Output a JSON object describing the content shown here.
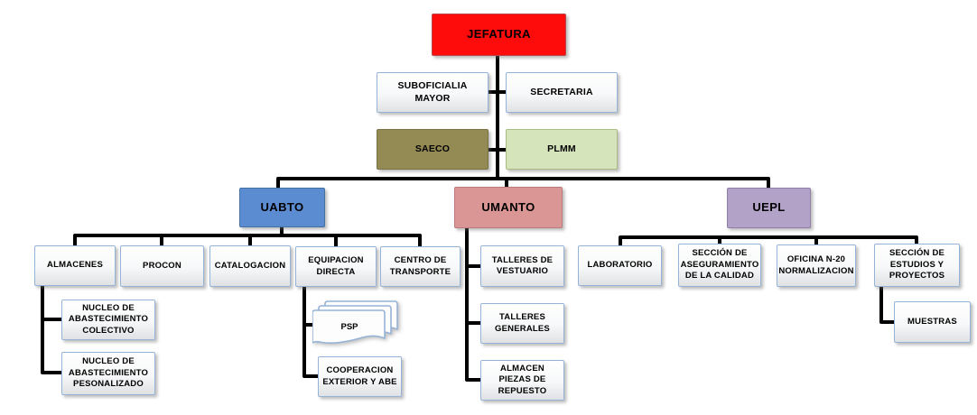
{
  "diagram": {
    "type": "org-chart",
    "root": "JEFATURA",
    "tree": {
      "JEFATURA": {
        "staff": [
          "SUBOFICIALIA MAYOR",
          "SECRETARIA",
          "SAECO",
          "PLMM"
        ],
        "branches": {
          "UABTO": {
            "children": [
              "ALMACENES",
              "PROCON",
              "CATALOGACION",
              "EQUIPACION DIRECTA",
              "CENTRO DE TRANSPORTE"
            ],
            "ALMACENES": [
              "NUCLEO DE ABASTECIMIENTO COLECTIVO",
              "NUCLEO DE ABASTECIMIENTO PESONALIZADO"
            ],
            "EQUIPACION DIRECTA": [
              "PSP",
              "COOPERACION EXTERIOR Y ABE"
            ]
          },
          "UMANTO": {
            "children": [
              "TALLERES DE VESTUARIO",
              "TALLERES GENERALES",
              "ALMACEN PIEZAS DE REPUESTO"
            ]
          },
          "UEPL": {
            "children": [
              "LABORATORIO",
              "SECCIÓN DE ASEGURAMIENTO DE LA CALIDAD",
              "OFICINA N-20 NORMALIZACION",
              "SECCIÓN DE ESTUDIOS Y PROYECTOS"
            ],
            "SECCIÓN DE ESTUDIOS Y PROYECTOS": [
              "MUESTRAS"
            ]
          }
        }
      }
    }
  },
  "nodes": {
    "jefatura": {
      "label": "JEFATURA"
    },
    "suboficialia": {
      "label": "SUBOFICIALIA MAYOR"
    },
    "secretaria": {
      "label": "SECRETARIA"
    },
    "saeco": {
      "label": "SAECO"
    },
    "plmm": {
      "label": "PLMM"
    },
    "uabto": {
      "label": "UABTO"
    },
    "umanto": {
      "label": "UMANTO"
    },
    "uepl": {
      "label": "UEPL"
    },
    "almacenes": {
      "label": "ALMACENES"
    },
    "procon": {
      "label": "PROCON"
    },
    "catalogacion": {
      "label": "CATALOGACION"
    },
    "equipacion_directa": {
      "label": "EQUIPACION DIRECTA"
    },
    "centro_transporte": {
      "label": "CENTRO  DE TRANSPORTE"
    },
    "nucleo_colectivo": {
      "label": "NUCLEO  DE ABASTECIMIENTO COLECTIVO"
    },
    "nucleo_pesonalizado": {
      "label": "NUCLEO  DE ABASTECIMIENTO PESONALIZADO"
    },
    "psp": {
      "label": "PSP"
    },
    "cooperacion": {
      "label": "COOPERACION EXTERIOR  Y ABE"
    },
    "talleres_vestuario": {
      "label": "TALLERES  DE VESTUARIO"
    },
    "talleres_generales": {
      "label": "TALLERES GENERALES"
    },
    "almacen_piezas": {
      "label": "ALMACEN PIEZAS DE REPUESTO"
    },
    "laboratorio": {
      "label": "LABORATORIO"
    },
    "seccion_aseguramiento": {
      "label": "SECCIÓN DE ASEGURAMIENTO DE LA CALIDAD"
    },
    "oficina_n20": {
      "label": "OFICINA N-20 NORMALIZACION"
    },
    "seccion_estudios": {
      "label": "SECCIÓN DE ESTUDIOS  Y PROYECTOS"
    },
    "muestras": {
      "label": "MUESTRAS"
    }
  },
  "colors": {
    "jefatura_fill": "#FE0B0B",
    "saeco_fill": "#948A54",
    "plmm_fill": "#D6E4BC",
    "uabto_fill": "#5B8BD0",
    "umanto_fill": "#D99694",
    "uepl_fill": "#B2A2C7",
    "child_border": "#95B3D7",
    "connector_line": "#000000"
  }
}
